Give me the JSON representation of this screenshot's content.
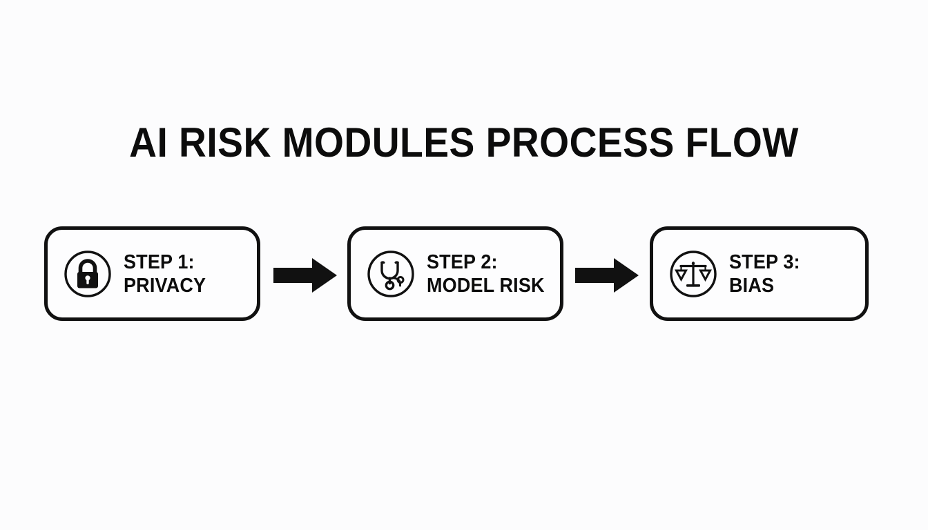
{
  "page": {
    "background_color": "#fcfcfd",
    "ink_color": "#111111"
  },
  "title": "AI RISK MODULES PROCESS FLOW",
  "flow": {
    "type": "linear-process-flow",
    "step_count": 3,
    "connector_label": "arrow-right",
    "steps": [
      {
        "icon": "lock-circle-icon",
        "line1": "STEP 1:",
        "line2": "PRIVACY",
        "full_label": "STEP 1: PRIVACY"
      },
      {
        "icon": "stethoscope-circle-icon",
        "line1": "STEP 2:",
        "line2": "MODEL RISK",
        "full_label": "STEP 2: MODEL RISK"
      },
      {
        "icon": "balance-scales-circle-icon",
        "line1": "STEP 3:",
        "line2": "BIAS",
        "full_label": "STEP 3: BIAS"
      }
    ],
    "arrows": [
      {
        "from": "STEP 1: PRIVACY",
        "to": "STEP 2: MODEL RISK"
      },
      {
        "from": "STEP 2: MODEL RISK",
        "to": "STEP 3: BIAS"
      }
    ]
  }
}
